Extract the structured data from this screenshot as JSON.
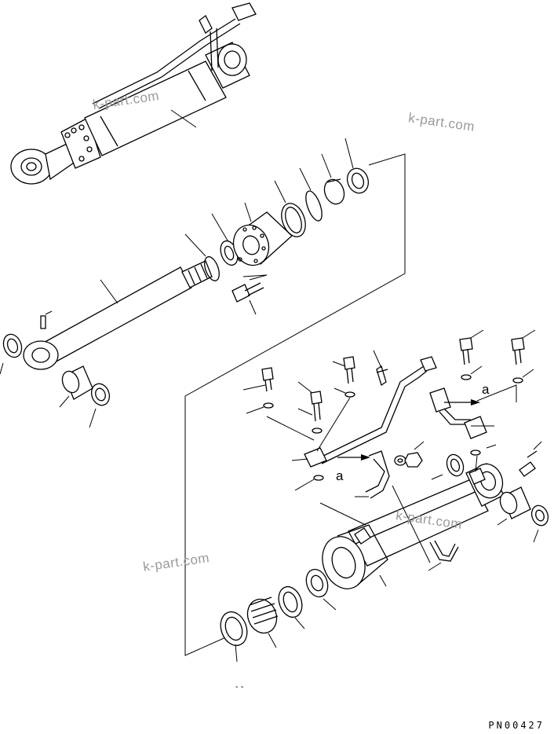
{
  "watermarks": [
    "k-part.com",
    "k-part.com",
    "k-part.com",
    "k-part.com"
  ],
  "callouts": [
    "a",
    "a"
  ],
  "drawing_code": "PN00427",
  "dash_mark": "- -"
}
